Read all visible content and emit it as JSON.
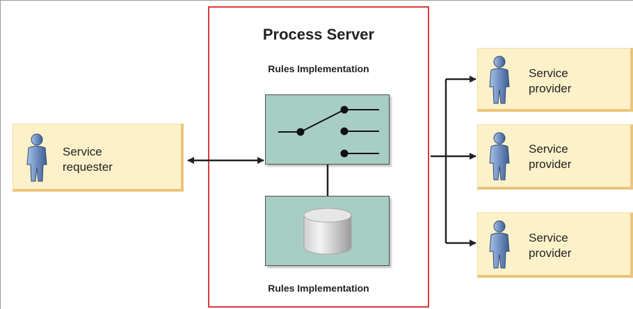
{
  "title": "Process Server",
  "rules_label_top": "Rules Implementation",
  "rules_label_bottom": "Rules Implementation",
  "requester": {
    "label": "Service\nrequester",
    "icon": "person-icon"
  },
  "providers": [
    {
      "label": "Service\nprovider",
      "icon": "person-icon"
    },
    {
      "label": "Service\nprovider",
      "icon": "person-icon"
    },
    {
      "label": "Service\nprovider",
      "icon": "person-icon"
    }
  ],
  "colors": {
    "server_border": "#d9393c",
    "box_fill": "#a8cdc4",
    "actor_fill": "#fdf1c9",
    "actor_edge": "#eac57a",
    "person": "#6f8fc0"
  }
}
